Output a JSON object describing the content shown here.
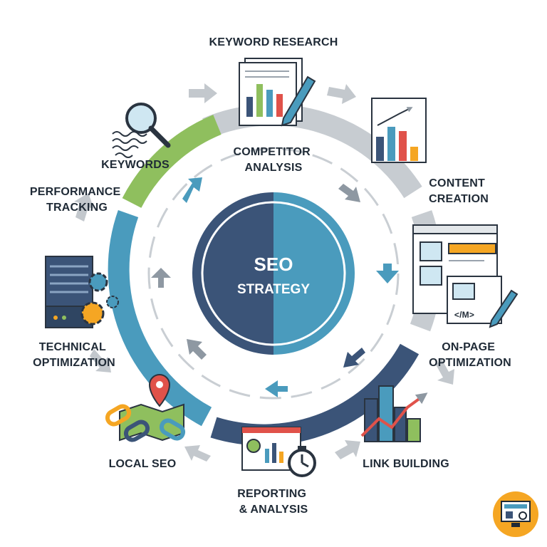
{
  "center": {
    "line1": "SEO",
    "line2": "STRATEGY"
  },
  "steps": {
    "keyword_research": [
      "KEYWORD RESEARCH"
    ],
    "competitor_analysis": [
      "COMPETITOR",
      "ANALYSIS"
    ],
    "keywords": [
      "KEYWORDS"
    ],
    "content_creation": [
      "CONTENT",
      "CREATION"
    ],
    "performance_tracking": [
      "PERFORMANCE",
      "TRACKING"
    ],
    "technical_optimization": [
      "TECHNICAL",
      "OPTIMIZATION"
    ],
    "on_page_optimization": [
      "ON-PAGE",
      "OPTIMIZATION"
    ],
    "local_seo": [
      "LOCAL SEO"
    ],
    "link_building": [
      "LINK BUILDING"
    ],
    "reporting_analysis": [
      "REPORTING",
      "& ANALYSIS"
    ]
  },
  "icons": {
    "keyword_research": "document-chart-pen-icon",
    "content_creation": "rising-bar-chart-icon",
    "keywords": "magnifier-icon",
    "on_page": "browser-window-code-pen-icon",
    "technical": "server-gears-icon",
    "local_seo": "map-pin-chain-link-icon",
    "link_building": "city-growth-arrow-icon",
    "reporting": "dashboard-stopwatch-icon",
    "badge": "monitor-badge-icon"
  },
  "colors": {
    "navy": "#3b5478",
    "teal": "#4a9bbd",
    "green": "#8fbf5e",
    "gray": "#b8bec4",
    "label": "#1f2a36",
    "badge": "#f5a623"
  }
}
